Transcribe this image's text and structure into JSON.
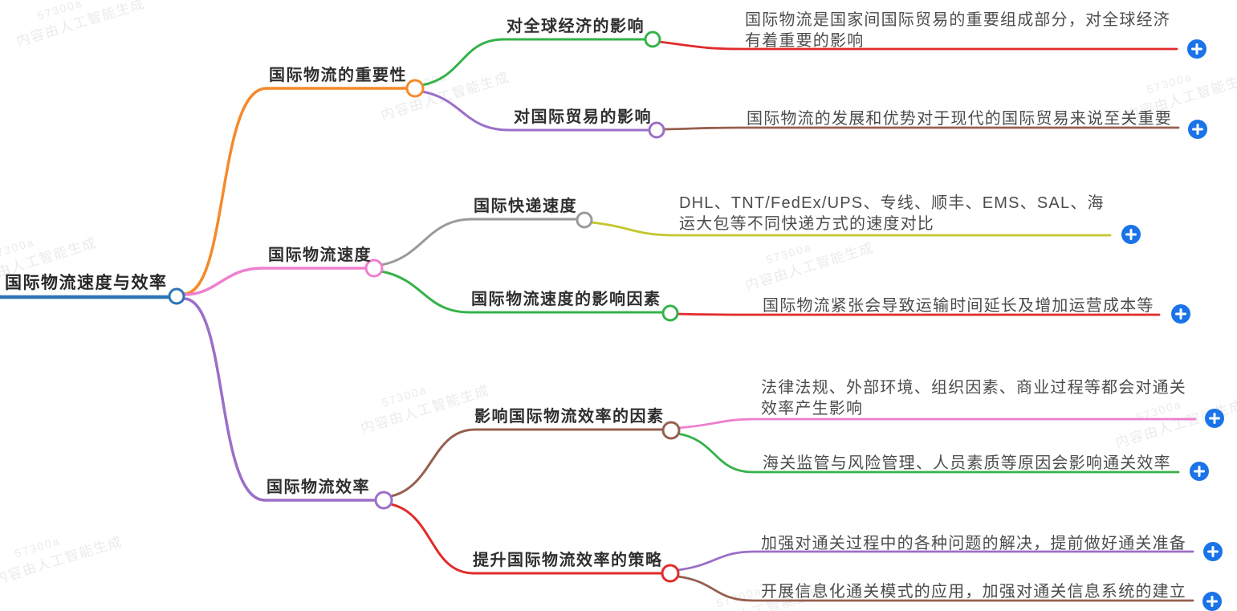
{
  "watermark": {
    "line1": "57300a",
    "line2": "内容由人工智能生成"
  },
  "icons": {
    "add_node_glyph": "+"
  },
  "palette": {
    "root_blue": "#2e75b6",
    "orange": "#f5892c",
    "pink": "#ee7fce",
    "purple": "#9b6fc7",
    "green": "#35b24a",
    "gray": "#9a9a9a",
    "olive": "#c3c62b",
    "red": "#e12b2b",
    "brown": "#96604f",
    "add_icon_blue": "#1a73e8",
    "node_fill": "#ffffff",
    "plus_stroke": "#ffffff"
  },
  "mindmap": {
    "root": {
      "label": "国际物流速度与效率"
    },
    "branches": [
      {
        "label": "国际物流的重要性",
        "children": [
          {
            "label": "对全球经济的影响",
            "leaves": [
              {
                "text": "国际物流是国家间国际贸易的重要组成部分，对全球经济有着重要的影响"
              }
            ]
          },
          {
            "label": "对国际贸易的影响",
            "leaves": [
              {
                "text": "国际物流的发展和优势对于现代的国际贸易来说至关重要"
              }
            ]
          }
        ]
      },
      {
        "label": "国际物流速度",
        "children": [
          {
            "label": "国际快递速度",
            "leaves": [
              {
                "text": "DHL、TNT/FedEx/UPS、专线、顺丰、EMS、SAL、海运大包等不同快递方式的速度对比"
              }
            ]
          },
          {
            "label": "国际物流速度的影响因素",
            "leaves": [
              {
                "text": "国际物流紧张会导致运输时间延长及增加运营成本等"
              }
            ]
          }
        ]
      },
      {
        "label": "国际物流效率",
        "children": [
          {
            "label": "影响国际物流效率的因素",
            "leaves": [
              {
                "text": "法律法规、外部环境、组织因素、商业过程等都会对通关效率产生影响"
              },
              {
                "text": "海关监管与风险管理、人员素质等原因会影响通关效率"
              }
            ]
          },
          {
            "label": "提升国际物流效率的策略",
            "leaves": [
              {
                "text": "加强对通关过程中的各种问题的解决，提前做好通关准备"
              },
              {
                "text": "开展信息化通关模式的应用，加强对通关信息系统的建立"
              }
            ]
          }
        ]
      }
    ]
  }
}
